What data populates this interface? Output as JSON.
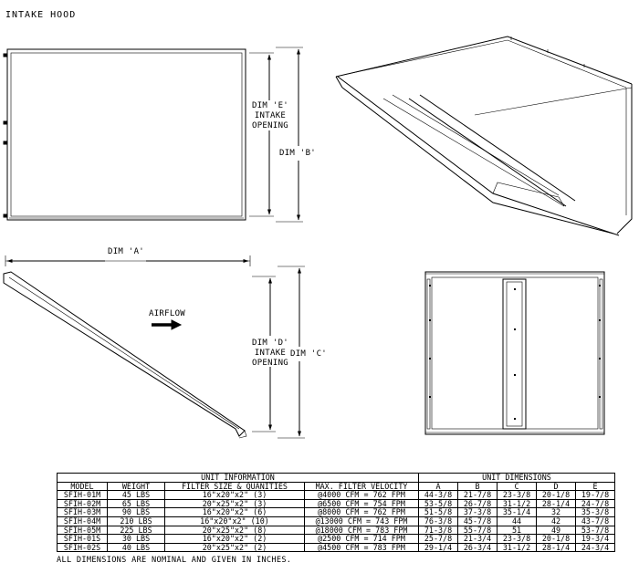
{
  "title": "INTAKE HOOD",
  "airflow_label": "AIRFLOW",
  "dims": {
    "a": "DIM 'A'",
    "b": "DIM 'B'",
    "c": "DIM 'C'",
    "e_lines": [
      "DIM 'E'",
      "INTAKE",
      "OPENING"
    ],
    "d_lines": [
      "DIM 'D'",
      "INTAKE",
      "OPENING"
    ]
  },
  "table": {
    "group_headers": [
      "UNIT INFORMATION",
      "UNIT DIMENSIONS"
    ],
    "columns": [
      "MODEL",
      "WEIGHT",
      "FILTER SIZE & QUANITIES",
      "MAX. FILTER VELOCITY",
      "A",
      "B",
      "C",
      "D",
      "E"
    ],
    "rows": [
      [
        "SFIH-01M",
        "45 LBS",
        "16\"x20\"x2\" (3)",
        "@4000 CFM = 762 FPM",
        "44-3/8",
        "21-7/8",
        "23-3/8",
        "20-1/8",
        "19-7/8"
      ],
      [
        "SFIH-02M",
        "65 LBS",
        "20\"x25\"x2\" (3)",
        "@6500 CFM = 754 FPM",
        "53-5/8",
        "26-7/8",
        "31-1/2",
        "28-1/4",
        "24-7/8"
      ],
      [
        "SFIH-03M",
        "90 LBS",
        "16\"x20\"x2\" (6)",
        "@8000 CFM = 762 FPM",
        "51-5/8",
        "37-3/8",
        "35-1/4",
        "32",
        "35-3/8"
      ],
      [
        "SFIH-04M",
        "210 LBS",
        "16\"x20\"x2\" (10)",
        "@13000 CFM = 743 FPM",
        "76-3/8",
        "45-7/8",
        "44",
        "42",
        "43-7/8"
      ],
      [
        "SFIH-05M",
        "225 LBS",
        "20\"x25\"x2\" (8)",
        "@18000 CFM = 783 FPM",
        "71-3/8",
        "55-7/8",
        "51",
        "49",
        "53-7/8"
      ],
      [
        "SFIH-01S",
        "30 LBS",
        "16\"x20\"x2\" (2)",
        "@2500 CFM = 714 FPM",
        "25-7/8",
        "21-3/4",
        "23-3/8",
        "20-1/8",
        "19-3/4"
      ],
      [
        "SFIH-02S",
        "40 LBS",
        "20\"x25\"x2\" (2)",
        "@4500 CFM = 783 FPM",
        "29-1/4",
        "26-3/4",
        "31-1/2",
        "28-1/4",
        "24-3/4"
      ]
    ]
  },
  "note": "ALL DIMENSIONS ARE NOMINAL AND GIVEN IN INCHES."
}
